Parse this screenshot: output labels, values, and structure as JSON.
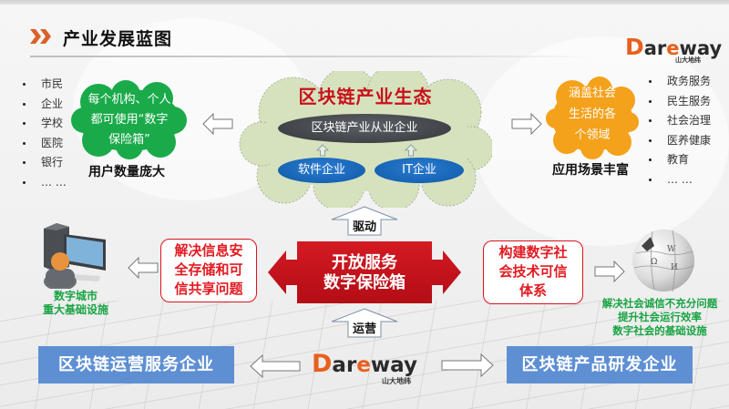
{
  "header": {
    "title": "产业发展蓝图",
    "chevron_color": "#d9622b"
  },
  "logo": {
    "brand_d": "D",
    "brand_rest_1": "ar",
    "brand_e": "e",
    "brand_rest_2": "way",
    "subtitle": "山大地纬",
    "accent_color": "#e8601c"
  },
  "left_group": {
    "bullets": [
      "市民",
      "企业",
      "学校",
      "医院",
      "银行",
      "… …"
    ],
    "cloud_lines": [
      "每个机构、个人",
      "都可使用“数字",
      "保险箱”"
    ],
    "cloud_color": "#1aaa4a",
    "caption": "用户数量庞大"
  },
  "center_cloud": {
    "title": "区块链产业生态",
    "main_ellipse": "区块链产业从业企业",
    "sub_ellipses": [
      "软件企业",
      "IT企业"
    ],
    "title_color": "#c8111b",
    "cloud_color": "#d6e2bd"
  },
  "right_group": {
    "cloud_lines": [
      "涵盖社会",
      "生活的各",
      "个领域"
    ],
    "cloud_color": "#f4a11b",
    "caption": "应用场景丰富",
    "bullets": [
      "政务服务",
      "民生服务",
      "社会治理",
      "医养健康",
      "教育",
      "… …"
    ]
  },
  "arrows": {
    "drive_label": "驱动",
    "operate_label": "运营"
  },
  "core": {
    "lines": [
      "开放服务",
      "数字保险箱"
    ],
    "color": "#c8101b"
  },
  "left_middle": {
    "red_box_lines": [
      "解决信息安",
      "全存储和可",
      "信共享问题"
    ],
    "icon_caption": [
      "数字城市",
      "重大基础设施"
    ]
  },
  "right_middle": {
    "red_box_lines": [
      "构建数字社",
      "会技术可信",
      "体系"
    ],
    "icon_caption": [
      "解决社会诚信不充分问题",
      "提升社会运行效率",
      "数字社会的基础设施"
    ]
  },
  "bottom": {
    "left_box": "区块链运营服务企业",
    "right_box": "区块链产品研发企业",
    "box_color": "#5e8fd3"
  }
}
